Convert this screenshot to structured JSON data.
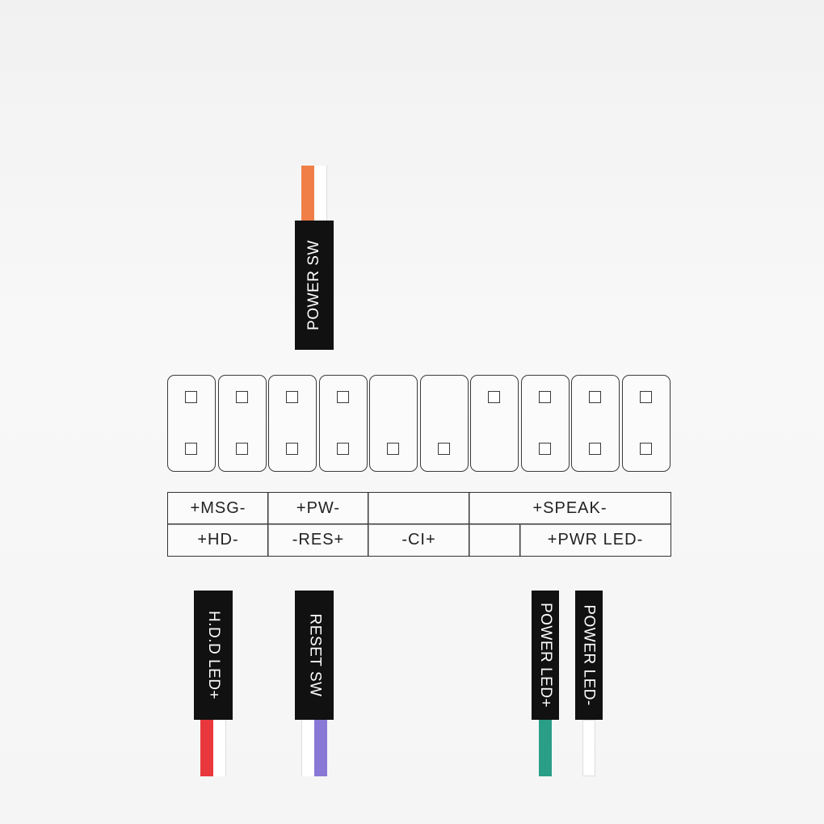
{
  "labels": {
    "row1": [
      "+MSG-",
      "+PW-",
      "",
      "+SPEAK-"
    ],
    "row2": [
      "+HD-",
      "-RES+",
      "-CI+",
      "",
      "+PWR LED-"
    ]
  },
  "connectors": {
    "power_sw": {
      "label": "POWER SW",
      "wire_colors": [
        "#f07f47",
        "#ffffff"
      ]
    },
    "hdd_led": {
      "label": "H.D.D LED+",
      "wire_colors": [
        "#e8383d",
        "#ffffff"
      ]
    },
    "reset_sw": {
      "label": "RESET SW",
      "wire_colors": [
        "#ffffff",
        "#8a78d6"
      ]
    },
    "power_led_plus": {
      "label": "POWER LED+",
      "wire_colors": [
        "#2a9e86"
      ]
    },
    "power_led_minus": {
      "label": "POWER LED-",
      "wire_colors": [
        "#ffffff"
      ]
    }
  },
  "pin_layout": {
    "columns": 10,
    "top_row_pins": [
      true,
      true,
      true,
      true,
      false,
      false,
      true,
      true,
      true,
      true
    ],
    "bottom_row_pins": [
      true,
      true,
      true,
      true,
      true,
      true,
      false,
      true,
      true,
      true
    ]
  },
  "colors": {
    "outline": "#333333",
    "plug_body": "#111111",
    "background": "#f4f4f4"
  }
}
